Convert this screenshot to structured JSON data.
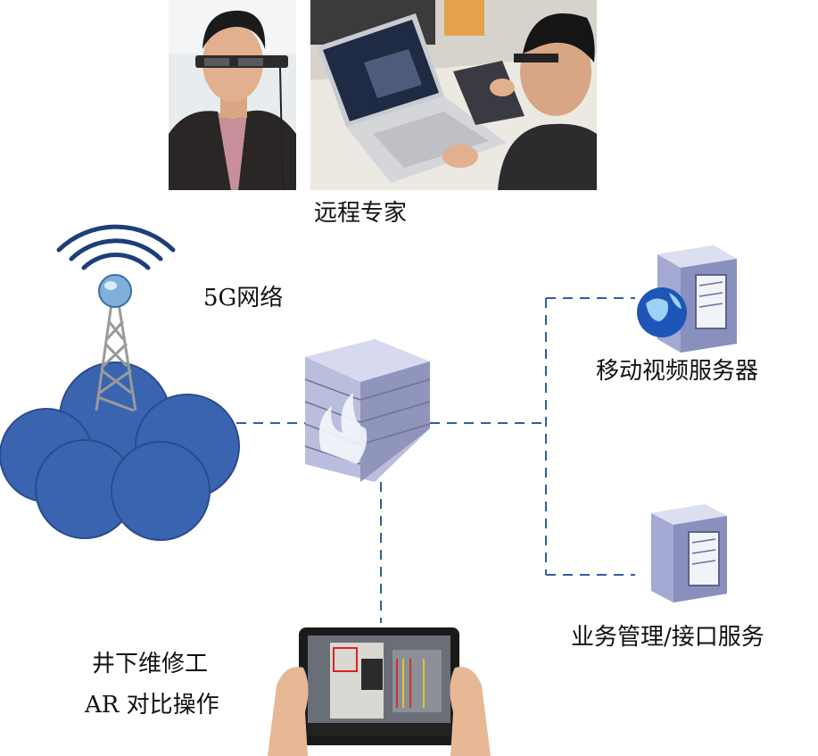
{
  "labels": {
    "remote_expert": "远程专家",
    "network": "5G网络",
    "video_server": "移动视频服务器",
    "business_server": "业务管理/接口服务",
    "worker_line1": "井下维修工",
    "worker_line2": "AR 对比操作"
  },
  "colors": {
    "cloud_fill": "#3a64b0",
    "cloud_stroke": "#2a4c8c",
    "dashed_line": "#2e5fa3",
    "firewall_brick": "#8a90b4",
    "server_body": "#9aa0c8"
  }
}
